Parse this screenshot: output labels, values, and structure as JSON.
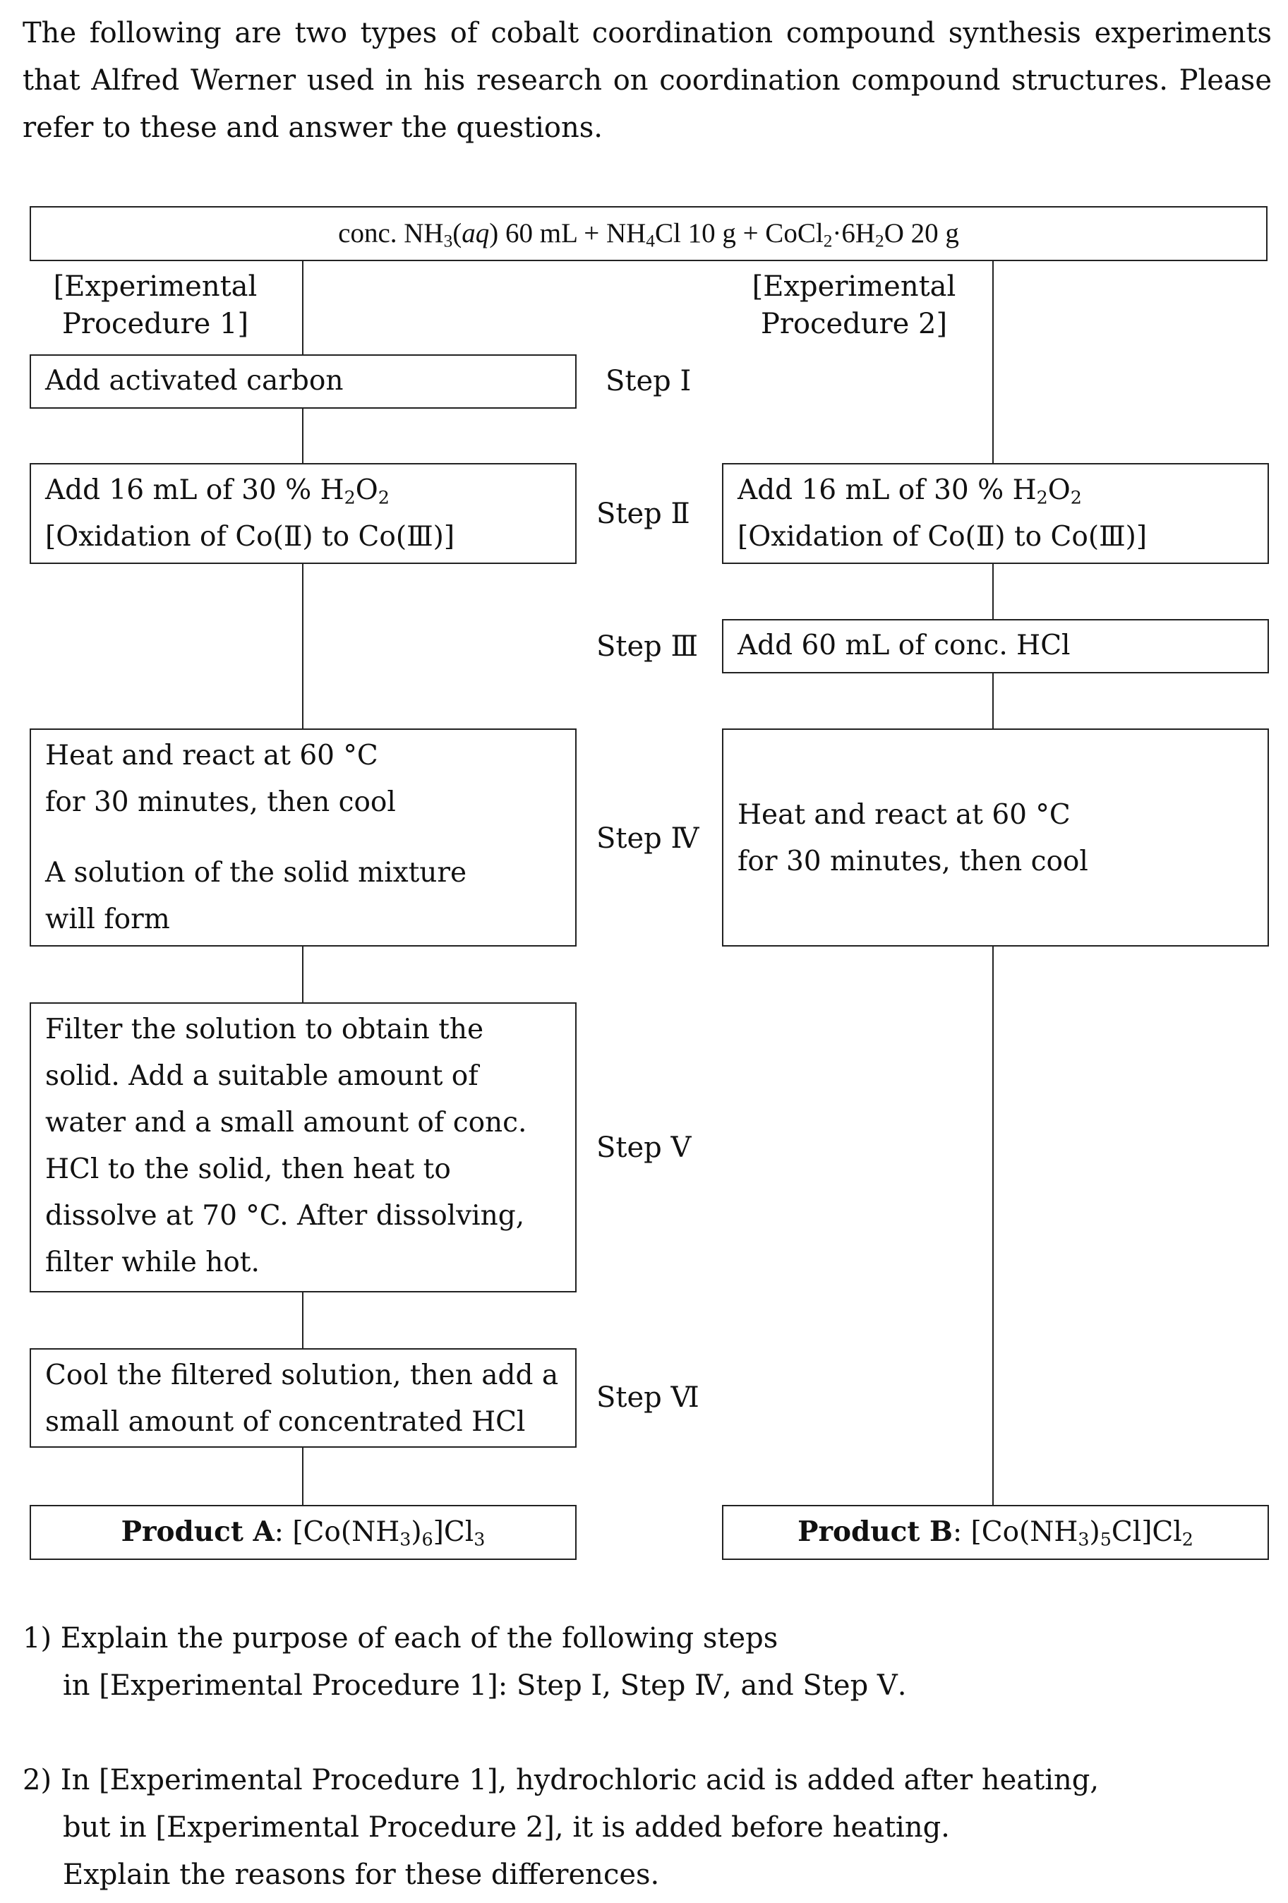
{
  "intro": "The following are two types of cobalt coordination compound synthesis experiments that Alfred Werner used in his research on coordination compound structures. Please refer to these and answer the questions.",
  "reagents": {
    "nh3": "conc. NH",
    "nh3_sub": "3",
    "aq": "aq",
    "nh3_amount": ") 60 mL + NH",
    "nh4_sub": "4",
    "nh4cl_amount": "Cl 10 g + CoCl",
    "co_sub": "2",
    "hydrate": "·6H",
    "h_sub": "2",
    "tail": "O 20 g"
  },
  "procedures": {
    "p1_line1": "[Experimental",
    "p1_line2": "Procedure 1]",
    "p2_line1": "[Experimental",
    "p2_line2": "Procedure 2]"
  },
  "steps": {
    "s1": "Step Ⅰ",
    "s2": "Step Ⅱ",
    "s3": "Step Ⅲ",
    "s4": "Step Ⅳ",
    "s5": "Step Ⅴ",
    "s6": "Step Ⅵ"
  },
  "proc1": {
    "step1": "Add activated carbon",
    "step2_a": "Add 16 mL of 30 % H",
    "step2_sub1": "2",
    "step2_b": "O",
    "step2_sub2": "2",
    "step2_line2": "[Oxidation of Co(Ⅱ) to Co(Ⅲ)]",
    "step4_l1": "Heat and react at 60 °C",
    "step4_l2": "for 30 minutes, then cool",
    "step4_l3": "A solution of the solid mixture",
    "step4_l4": "will form",
    "step5_l1": "Filter the solution to obtain the",
    "step5_l2": "solid. Add a suitable amount of",
    "step5_l3": "water and a small amount of conc.",
    "step5_l4": "HCl to the solid, then heat to",
    "step5_l5": "dissolve at 70 °C. After dissolving,",
    "step5_l6": "filter while hot.",
    "step6_l1": "Cool the filtered solution, then add a",
    "step6_l2": "small amount of concentrated HCl",
    "product_label": "Product A",
    "product_a": "[Co(NH",
    "product_sub1": "3",
    "product_b": ")",
    "product_sub2": "6",
    "product_c": "]Cl",
    "product_sub3": "3"
  },
  "proc2": {
    "step2_a": "Add 16 mL of 30 % H",
    "step2_sub1": "2",
    "step2_b": "O",
    "step2_sub2": "2",
    "step2_line2": "[Oxidation of Co(Ⅱ) to Co(Ⅲ)]",
    "step3": "Add 60 mL of conc. HCl",
    "step4_l1": "Heat and react at 60 °C",
    "step4_l2": "for 30 minutes, then cool",
    "product_label": "Product B",
    "product_a": "[Co(NH",
    "product_sub1": "3",
    "product_b": ")",
    "product_sub2": "5",
    "product_c": "Cl]Cl",
    "product_sub3": "2"
  },
  "questions": {
    "q1_l1": "1) Explain the purpose of each of the following steps",
    "q1_l2": "in [Experimental Procedure 1]: Step Ⅰ, Step Ⅳ, and Step Ⅴ.",
    "q2_l1": "2) In [Experimental Procedure 1], hydrochloric acid is added after heating,",
    "q2_l2": "but in [Experimental Procedure 2], it is added before heating.",
    "q2_l3": "Explain the reasons for these differences."
  }
}
